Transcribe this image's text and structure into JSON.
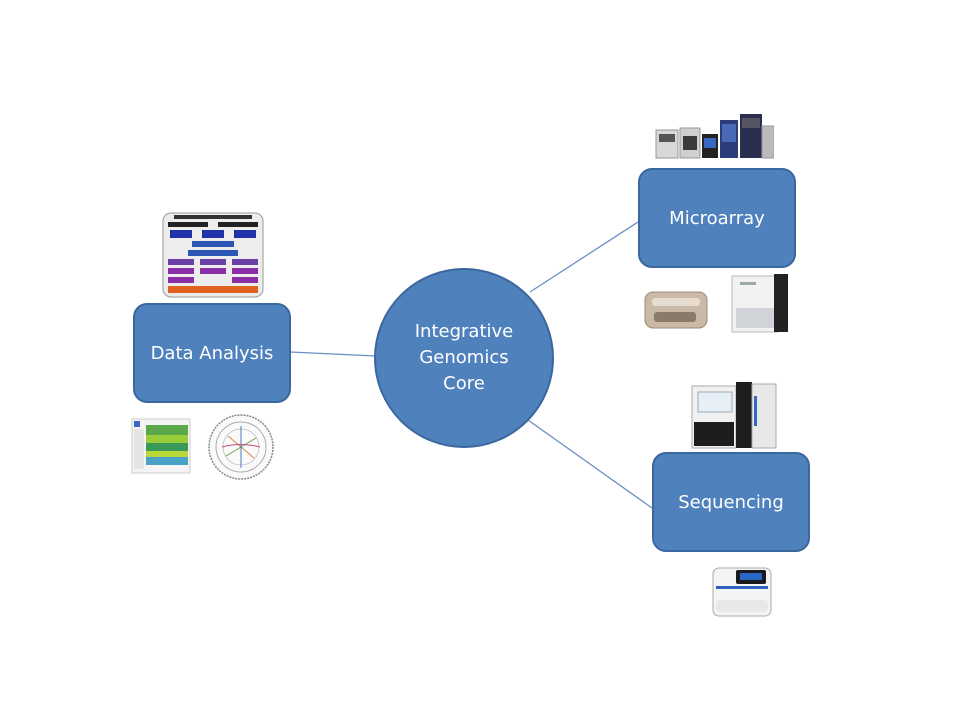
{
  "diagram": {
    "center": {
      "label": "Integrative\nGenomics\nCore"
    },
    "nodes": [
      {
        "id": "microarray",
        "label": "Microarray"
      },
      {
        "id": "sequencing",
        "label": "Sequencing"
      },
      {
        "id": "data-analysis",
        "label": "Data Analysis"
      }
    ]
  },
  "colors": {
    "node_fill": "#4f81bd",
    "node_border": "#3a679e",
    "connector": "#6a8fc4",
    "background": "#ffffff"
  },
  "images": [
    "microarray-instruments-image",
    "microarray-scanner-image",
    "microarray-imager-image",
    "sequencer-image",
    "benchtop-sequencer-image",
    "workflow-chart-image",
    "heatmap-image",
    "circos-plot-image"
  ]
}
